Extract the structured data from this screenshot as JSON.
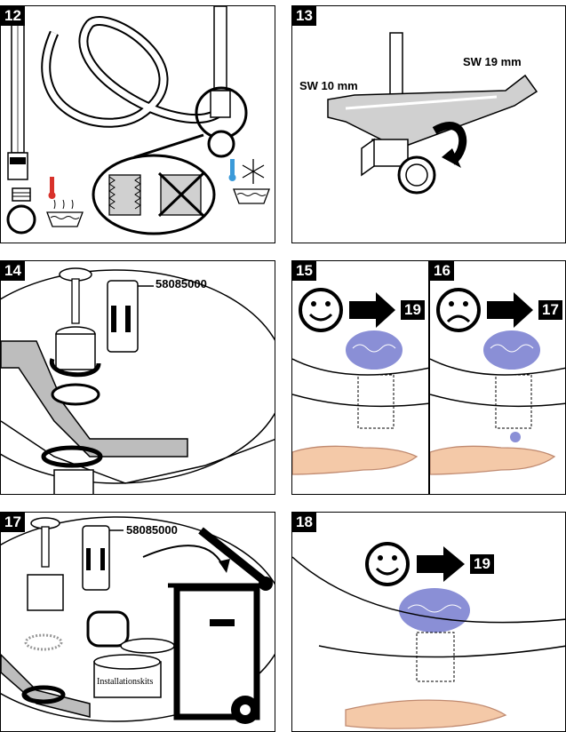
{
  "steps": [
    {
      "number": "12"
    },
    {
      "number": "13",
      "wrench_small": "SW 10 mm",
      "wrench_large": "SW 19 mm"
    },
    {
      "number": "14",
      "part_number": "58085000"
    },
    {
      "number": "15",
      "next_step": "19"
    },
    {
      "number": "16",
      "next_step": "17"
    },
    {
      "number": "17",
      "part_number": "58085000",
      "kit_label": "Installationskits"
    },
    {
      "number": "18",
      "next_step": "19"
    }
  ],
  "colors": {
    "water": "#8a8fd6",
    "cold": "#3b9ad9",
    "hot": "#d8322b",
    "shade": "#bdbdbd"
  }
}
